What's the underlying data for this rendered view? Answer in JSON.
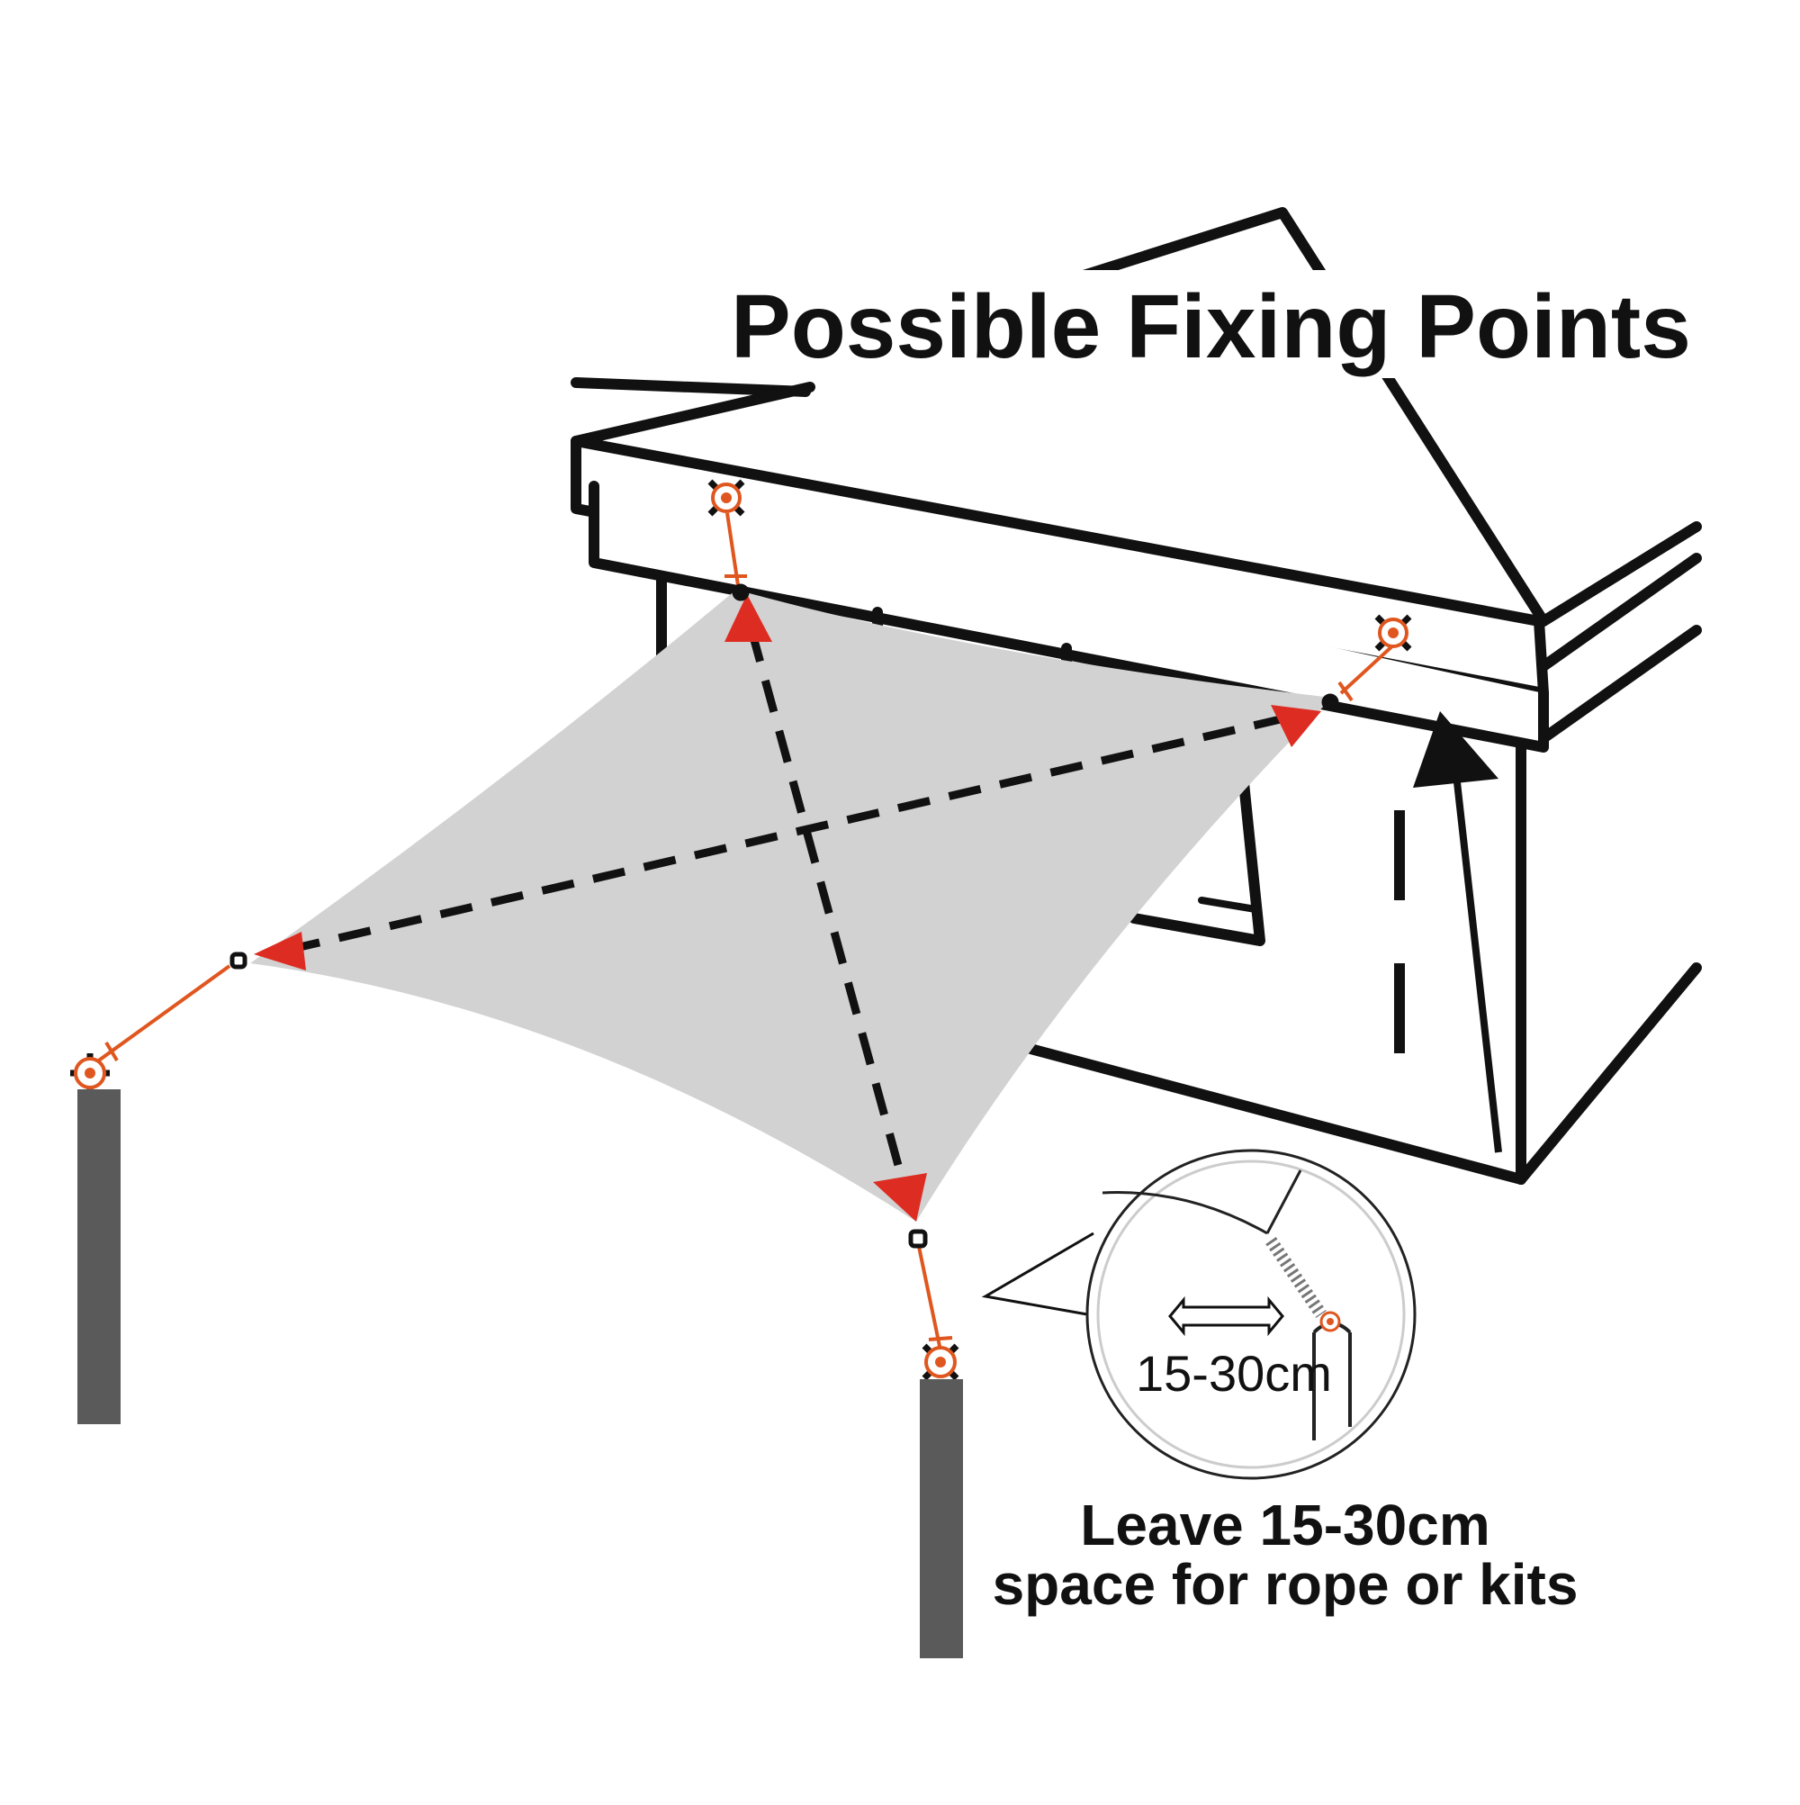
{
  "diagram": {
    "title": "Possible Fixing Points",
    "measurement_label": "15-30cm",
    "caption_line1": "Leave 15-30cm",
    "caption_line2": "space for rope or kits",
    "colors": {
      "sail": "#d2d2d2",
      "accent_red": "#dd2d22",
      "rope_orange": "#e0561f",
      "post": "#5a5a5a",
      "outline": "#111111"
    },
    "icons": [
      "wall-anchor-icon",
      "corner-triangle-icon",
      "d-ring-icon",
      "double-arrow-icon"
    ]
  }
}
